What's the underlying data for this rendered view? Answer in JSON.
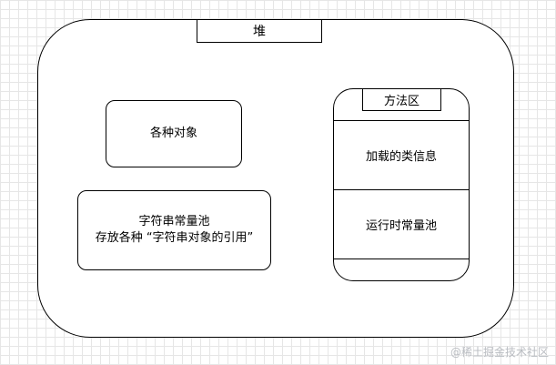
{
  "heap": {
    "label": "堆"
  },
  "objects": {
    "label": "各种对象"
  },
  "string_pool": {
    "line1": "字符串常量池",
    "line2": "存放各种 “字符串对象的引用”"
  },
  "method_area": {
    "label": "方法区",
    "rows": [
      "加载的类信息",
      "运行时常量池"
    ]
  },
  "watermark": "@稀土掘金技术社区"
}
